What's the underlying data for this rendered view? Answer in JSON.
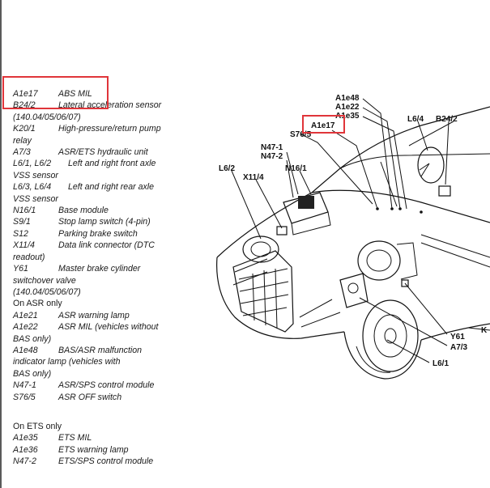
{
  "legend": {
    "entries": [
      {
        "code": "A1e17",
        "desc": "ABS MIL"
      },
      {
        "code": "B24/2",
        "desc": "Lateral acceleration sensor",
        "cont": "(140.04/05/06/07)"
      },
      {
        "code": "K20/1",
        "desc": "High-pressure/return pump",
        "cont": "relay"
      },
      {
        "code": "A7/3",
        "desc": "ASR/ETS hydraulic unit"
      },
      {
        "code": "L6/1, L6/2",
        "desc": "Left and right front axle",
        "cont": "VSS sensor"
      },
      {
        "code": "L6/3, L6/4",
        "desc": "Left and right rear axle",
        "cont": "VSS sensor"
      },
      {
        "code": "N16/1",
        "desc": "Base module"
      },
      {
        "code": "S9/1",
        "desc": "Stop lamp switch (4-pin)"
      },
      {
        "code": "S12",
        "desc": "Parking brake switch"
      },
      {
        "code": "X11/4",
        "desc": "Data link connector (DTC",
        "cont": "readout)"
      },
      {
        "code": "Y61",
        "desc": "Master brake cylinder",
        "cont": "switchover valve",
        "cont2": "(140.04/05/06/07)"
      }
    ],
    "asr_heading": "On ASR only",
    "asr_entries": [
      {
        "code": "A1e21",
        "desc": "ASR warning lamp"
      },
      {
        "code": "A1e22",
        "desc": "ASR MIL (vehicles without",
        "cont": "BAS only)"
      },
      {
        "code": "A1e48",
        "desc": "BAS/ASR malfunction",
        "cont": "indicator lamp (vehicles with",
        "cont2": "BAS only)"
      },
      {
        "code": "N47-1",
        "desc": "ASR/SPS control module"
      },
      {
        "code": "S76/5",
        "desc": "ASR OFF switch"
      }
    ],
    "ets_heading": "On ETS only",
    "ets_entries": [
      {
        "code": "A1e35",
        "desc": "ETS MIL"
      },
      {
        "code": "A1e36",
        "desc": "ETS warning lamp"
      },
      {
        "code": "N47-2",
        "desc": "ETS/SPS control module"
      }
    ]
  },
  "diagram": {
    "labels": {
      "a1e48": "A1e48",
      "a1e22": "A1e22",
      "a1e35": "A1e35",
      "a1e17": "A1e17",
      "s76_5": "S76/5",
      "n47_1": "N47-1",
      "n47_2": "N47-2",
      "n16_1": "N16/1",
      "l6_2": "L6/2",
      "x11_4": "X11/4",
      "l6_4": "L6/4",
      "b24_2": "B24/2",
      "y61": "Y61",
      "a7_3": "A7/3",
      "l6_1": "L6/1",
      "k_cut": "K"
    }
  },
  "highlight_color": "#e0353a"
}
